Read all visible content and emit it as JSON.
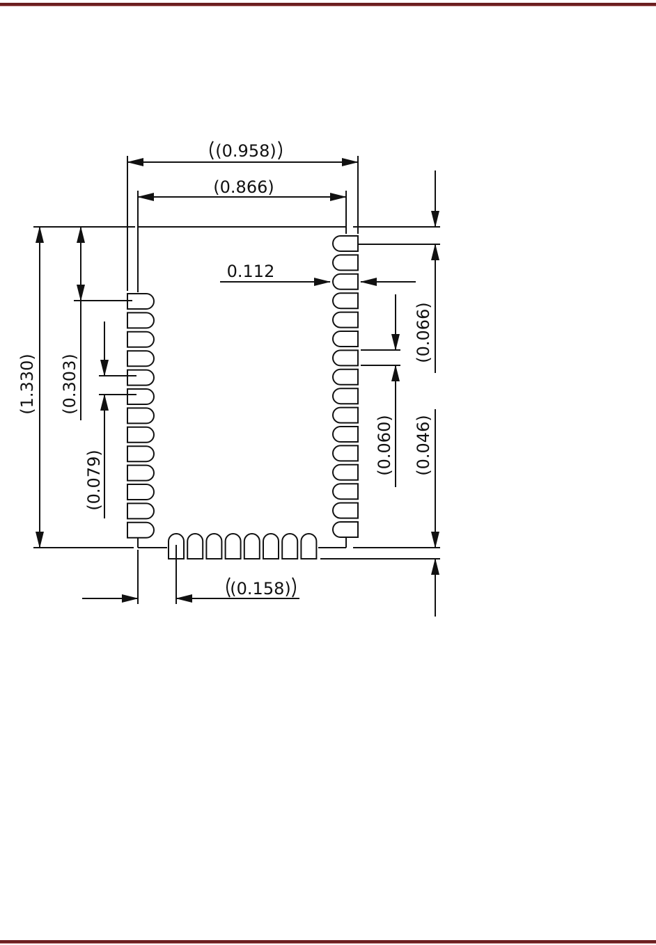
{
  "colors": {
    "rule": "#6b1f20",
    "rule_shadow": "#a65b5c",
    "ink": "#111111"
  },
  "diagram": {
    "pad_counts": {
      "left_column": 13,
      "right_column": 16,
      "bottom_row": 8
    },
    "dimensions": {
      "overall_width": "(0.958)",
      "body_width": "(0.866)",
      "pad_length": "0.112",
      "overall_height": "(1.330)",
      "top_to_first_left_pad": "(0.303)",
      "left_pad_pitch": "(0.079)",
      "right_top_offset": "(0.066)",
      "right_pad_spacing": "(0.060)",
      "bottom_offset": "(0.046)",
      "bottom_pad_offset": "(0.158)"
    }
  }
}
